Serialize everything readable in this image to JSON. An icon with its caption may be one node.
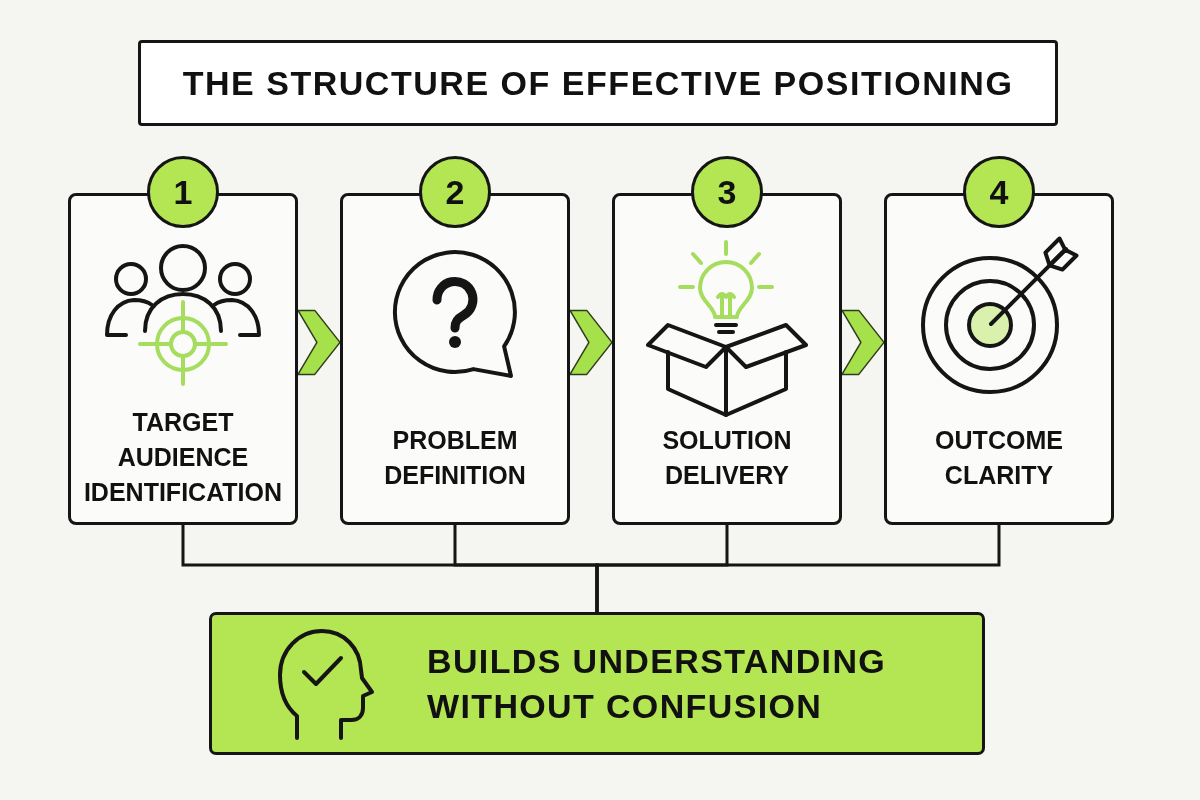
{
  "diagram": {
    "title": "THE STRUCTURE OF EFFECTIVE POSITIONING",
    "nodes": [
      {
        "text": [
          "1"
        ]
      },
      {
        "text": [
          "TARGET AUDIENCE IDENTIFICATION"
        ]
      },
      {
        "text": [
          "2"
        ]
      },
      {
        "text": [
          "PROBLEM DEFINITION"
        ]
      },
      {
        "text": [
          "3"
        ]
      },
      {
        "text": [
          "SOLUTION DELIVERY"
        ]
      },
      {
        "text": [
          "4"
        ]
      },
      {
        "text": [
          "OUTCOME CLARITY"
        ]
      },
      {
        "text": [
          "BUILDS UNDERSTANDING WITHOUT CONFUSION"
        ]
      }
    ],
    "edges": [
      {
        "from": 1,
        "to": 3,
        "arrow": "to",
        "color": "#a6e04a"
      },
      {
        "from": 3,
        "to": 5,
        "arrow": "to",
        "color": "#a6e04a"
      },
      {
        "from": 5,
        "to": 7,
        "arrow": "to",
        "color": "#a6e04a"
      },
      {
        "from": 1,
        "to": 8,
        "arrow": "none"
      },
      {
        "from": 3,
        "to": 8,
        "arrow": "none"
      },
      {
        "from": 5,
        "to": 8,
        "arrow": "none"
      },
      {
        "from": 7,
        "to": 8,
        "arrow": "none"
      }
    ]
  }
}
